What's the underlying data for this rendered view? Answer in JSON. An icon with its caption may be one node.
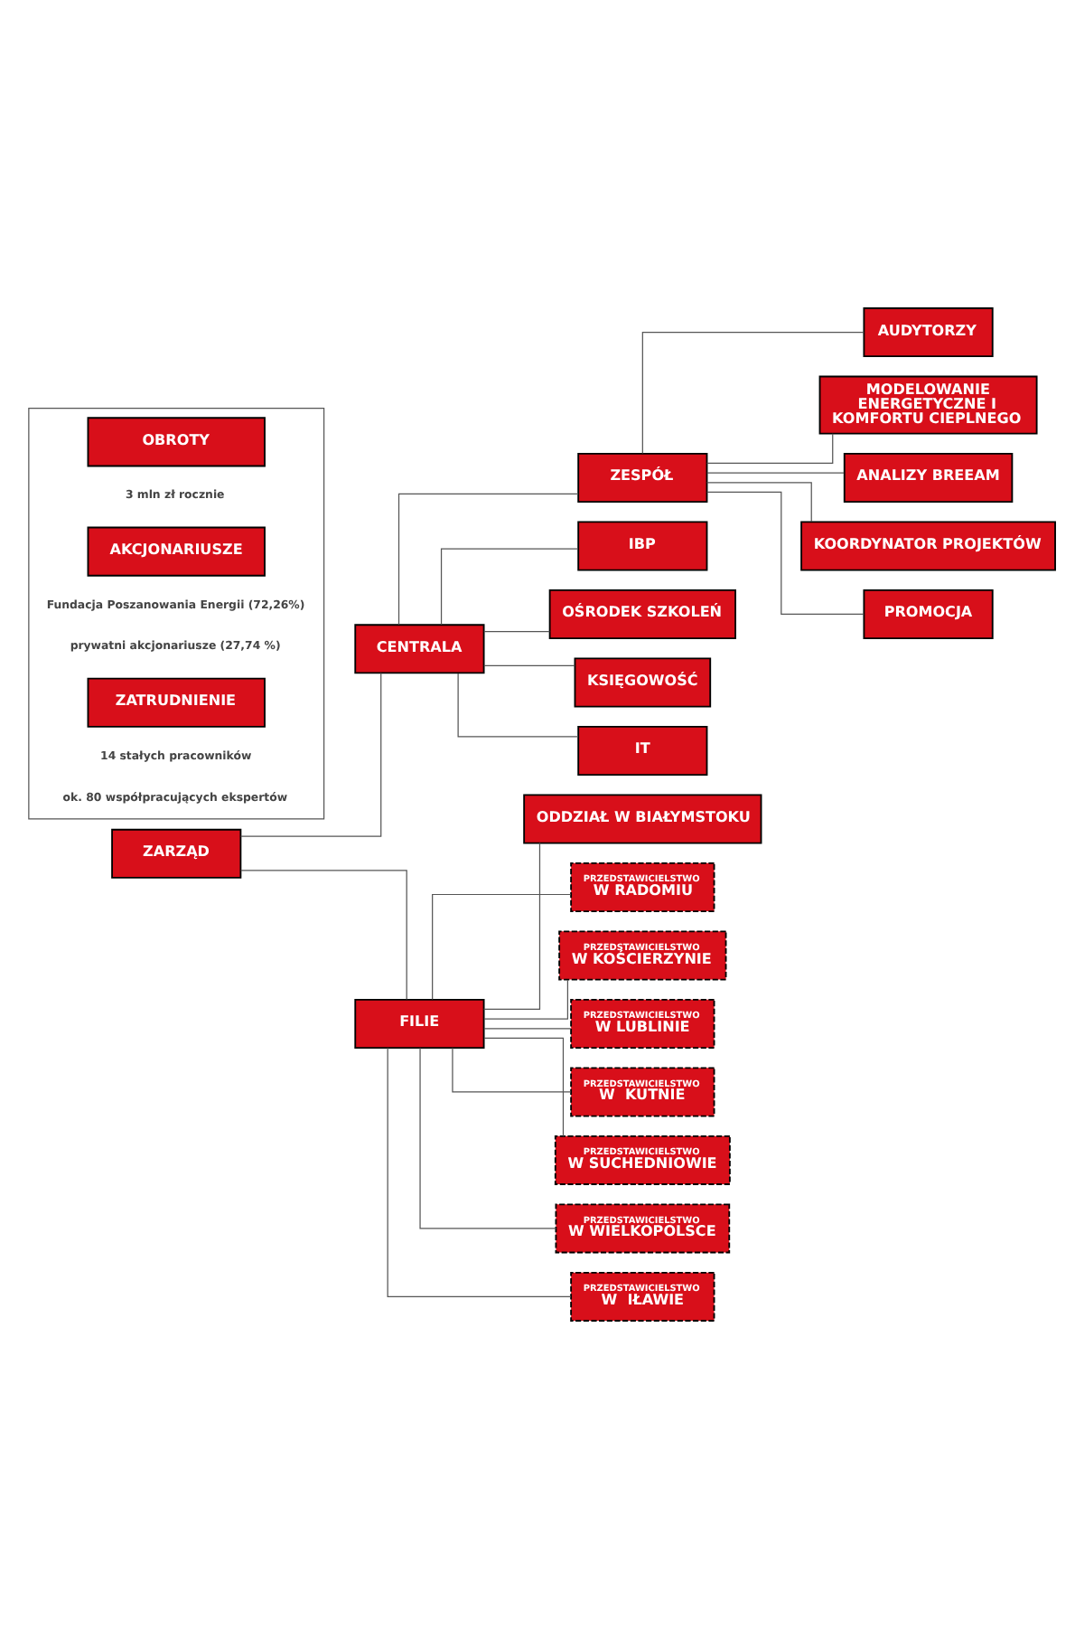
{
  "diagram": {
    "nodes": [
      {
        "text": [
          "ZARZĄD"
        ]
      },
      {
        "text": [
          "CENTRALA"
        ]
      },
      {
        "text": [
          "FILIE"
        ]
      },
      {
        "text": [
          "ZESPÓŁ"
        ]
      },
      {
        "text": [
          "AUDYTORZY"
        ]
      },
      {
        "text": [
          "MODELOWANIE ENERGETYCZNE I KOMFORTU CIEPLNEGO"
        ]
      },
      {
        "text": [
          "ANALIZY BREEAM"
        ]
      },
      {
        "text": [
          "KOORDYNATOR PROJEKTÓW"
        ]
      },
      {
        "text": [
          "PROMOCJA"
        ]
      },
      {
        "text": [
          "IBP"
        ]
      },
      {
        "text": [
          "OŚRODEK SZKOLEŃ"
        ]
      },
      {
        "text": [
          "KSIĘGOWOŚĆ"
        ]
      },
      {
        "text": [
          "IT"
        ]
      },
      {
        "text": [
          "ODDZIAŁ W BIAŁYMSTOKU"
        ]
      },
      {
        "text": [
          "PRZEDSTAWICIELSTWO",
          "W RADOMIU"
        ]
      },
      {
        "text": [
          "PRZEDSTAWICIELSTWO",
          "W KOŚCIERZYNIE"
        ]
      },
      {
        "text": [
          "PRZEDSTAWICIELSTWO",
          "W LUBLINIE"
        ]
      },
      {
        "text": [
          "PRZEDSTAWICIELSTWO",
          "W  KUTNIE"
        ]
      },
      {
        "text": [
          "PRZEDSTAWICIELSTWO",
          "W SUCHEDNIOWIE"
        ]
      },
      {
        "text": [
          "PRZEDSTAWICIELSTWO",
          "W WIELKOPOLSCE"
        ]
      },
      {
        "text": [
          "PRZEDSTAWICIELSTWO",
          "W  IŁAWIE"
        ]
      },
      {
        "text": [],
        "shape": "box"
      },
      {
        "text": [
          "OBROTY"
        ],
        "in": 21,
        "beside": [
          "3 mln zł rocznie"
        ]
      },
      {
        "text": [
          "AKCJONARIUSZE"
        ],
        "in": 21,
        "beside": [
          "Fundacja Poszanowania Energii (72,26%)",
          "prywatni akcjonariusze (27,74 %)"
        ]
      },
      {
        "text": [
          "ZATRUDNIENIE"
        ],
        "in": 21,
        "beside": [
          "14 stałych pracowników",
          "ok. 80 współpracujących ekspertów"
        ]
      }
    ],
    "edges": [
      {
        "from": 0,
        "to": 1,
        "arrow": "none"
      },
      {
        "from": 0,
        "to": 2,
        "arrow": "none"
      },
      {
        "from": 1,
        "to": 3,
        "arrow": "none"
      },
      {
        "from": 1,
        "to": 9,
        "arrow": "none"
      },
      {
        "from": 1,
        "to": 10,
        "arrow": "none"
      },
      {
        "from": 1,
        "to": 11,
        "arrow": "none"
      },
      {
        "from": 1,
        "to": 12,
        "arrow": "none"
      },
      {
        "from": 3,
        "to": 4,
        "arrow": "none"
      },
      {
        "from": 3,
        "to": 5,
        "arrow": "none"
      },
      {
        "from": 3,
        "to": 6,
        "arrow": "none"
      },
      {
        "from": 3,
        "to": 7,
        "arrow": "none"
      },
      {
        "from": 3,
        "to": 8,
        "arrow": "none"
      },
      {
        "from": 2,
        "to": 13,
        "arrow": "none"
      },
      {
        "from": 2,
        "to": 14,
        "arrow": "none"
      },
      {
        "from": 2,
        "to": 15,
        "arrow": "none"
      },
      {
        "from": 2,
        "to": 16,
        "arrow": "none"
      },
      {
        "from": 2,
        "to": 17,
        "arrow": "none"
      },
      {
        "from": 2,
        "to": 18,
        "arrow": "none"
      },
      {
        "from": 2,
        "to": 19,
        "arrow": "none"
      },
      {
        "from": 2,
        "to": 20,
        "arrow": "none"
      }
    ]
  }
}
